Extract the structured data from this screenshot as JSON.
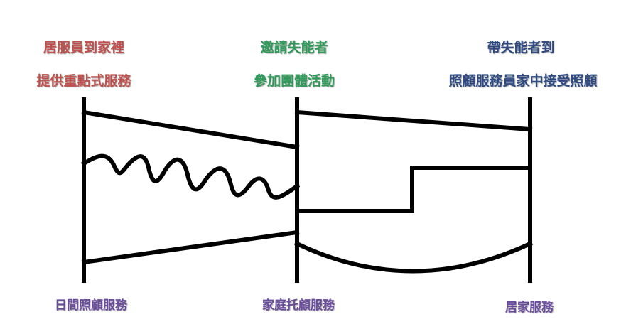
{
  "top_labels": {
    "left": {
      "line1": "居服員到家裡",
      "line2": "提供重點式服務",
      "color": "#c0504d"
    },
    "middle": {
      "line1": "邀請失能者",
      "line2": "參加團體活動",
      "color": "#2e9a5a"
    },
    "right": {
      "line1": "帶失能者到",
      "line2": "照顧服務員家中接受照顧",
      "color": "#2f4a82"
    }
  },
  "bottom_labels": {
    "left": "日間照顧服務",
    "middle": "家庭托顧服務",
    "right": "居家服務",
    "color": "#6a4c9c"
  },
  "line_color": "#000000"
}
